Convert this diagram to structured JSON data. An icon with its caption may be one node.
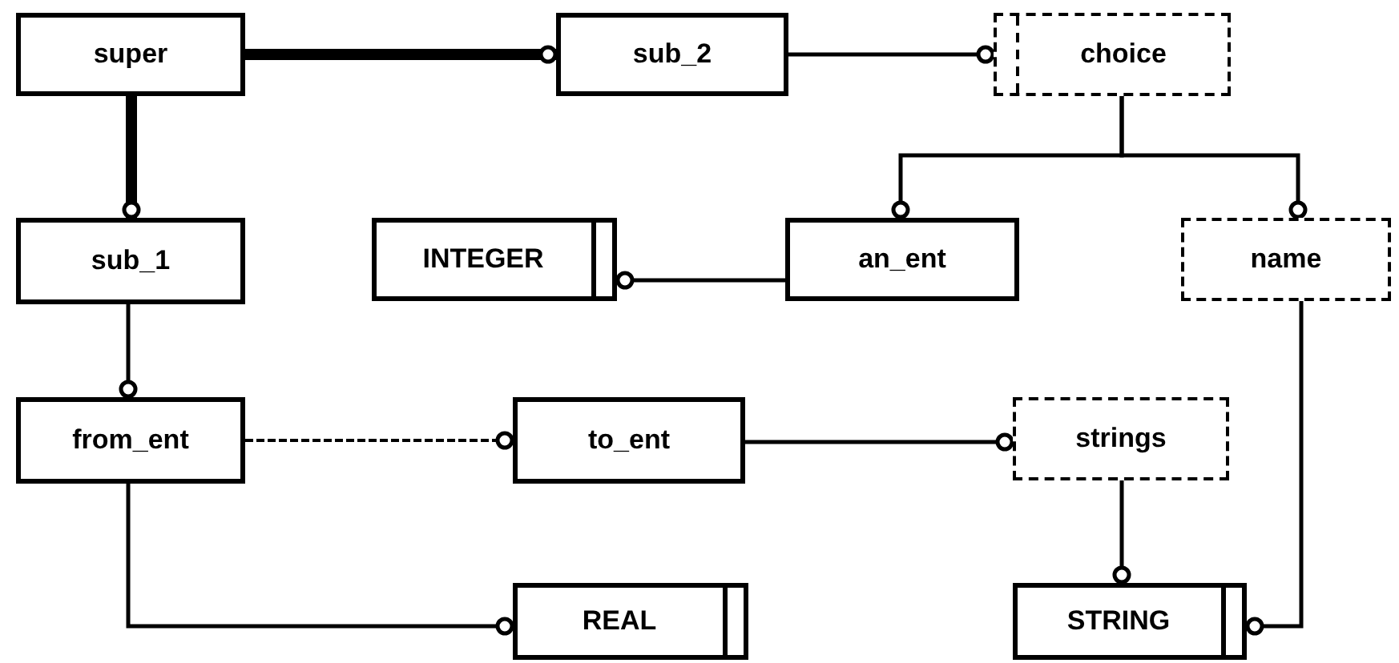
{
  "diagram": {
    "nodes": [
      {
        "text": [
          "super"
        ]
      },
      {
        "text": [
          "sub_2"
        ]
      },
      {
        "text": [
          "choice"
        ]
      },
      {
        "text": [
          "sub_1"
        ]
      },
      {
        "text": [
          "INTEGER"
        ]
      },
      {
        "text": [
          "an_ent"
        ]
      },
      {
        "text": [
          "name"
        ]
      },
      {
        "text": [
          "from_ent"
        ]
      },
      {
        "text": [
          "to_ent"
        ]
      },
      {
        "text": [
          "strings"
        ]
      },
      {
        "text": [
          "REAL"
        ]
      },
      {
        "text": [
          "STRING"
        ]
      }
    ],
    "edges": [
      {
        "from": 0,
        "to": 1,
        "arrow": "other",
        "style": "thick"
      },
      {
        "from": 0,
        "to": 3,
        "arrow": "other",
        "style": "thick"
      },
      {
        "from": 1,
        "to": 2,
        "arrow": "other"
      },
      {
        "from": 2,
        "to": 5,
        "arrow": "other"
      },
      {
        "from": 2,
        "to": 6,
        "arrow": "other"
      },
      {
        "from": 5,
        "to": 4,
        "arrow": "other"
      },
      {
        "from": 3,
        "to": 7,
        "arrow": "other"
      },
      {
        "from": 7,
        "to": 8,
        "arrow": "other",
        "style": "dashed"
      },
      {
        "from": 8,
        "to": 9,
        "arrow": "other"
      },
      {
        "from": 7,
        "to": 10,
        "arrow": "other"
      },
      {
        "from": 9,
        "to": 11,
        "arrow": "other"
      },
      {
        "from": 6,
        "to": 11,
        "arrow": "other"
      }
    ]
  }
}
